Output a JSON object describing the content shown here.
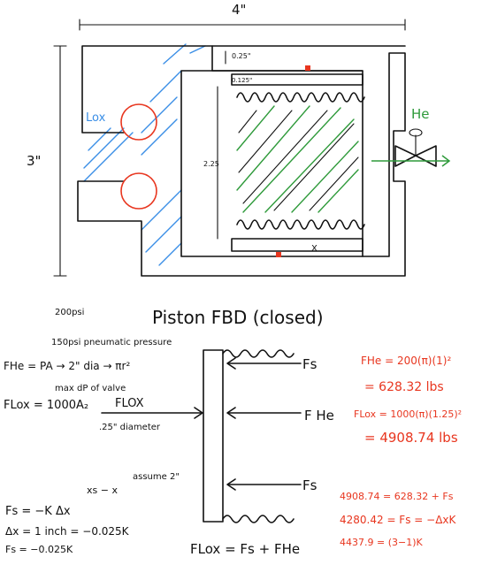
{
  "top_diagram": {
    "width_label": "4\"",
    "height_label": "3\"",
    "lox_label": "Lox",
    "he_label": "He",
    "dim_top_gap": "0.25\"",
    "dim_inner_gap": "0.125\"",
    "dim_piston_travel": "2.25",
    "spring_mark": "X"
  },
  "fbd": {
    "title": "Piston FBD (closed)",
    "psi_200": "200psi",
    "psi_150": "150psi pneumatic pressure",
    "fhe_eq": "FHe = PA → 2\" dia → πr²",
    "max_dp": "max dP of valve",
    "flox_eq": "FLox = 1000A₂",
    "flox_arrow_label": "FLOX",
    "diameter_025": ".25\" diameter",
    "fs_top": "Fs",
    "fhe_mid": "F He",
    "fs_bottom": "Fs",
    "assume": "assume 2\"",
    "xs_x": "xs − x",
    "spring_eq": "Fs = −K Δx",
    "dx_eq": "Δx = 1 inch = −0.025K",
    "fs_eq": "Fs = −0.025K",
    "balance_eq": "FLox = Fs + FHe"
  },
  "red_calcs": {
    "line1": "FHe = 200(π)(1)²",
    "line2": "= 628.32 lbs",
    "line3": "FLox = 1000(π)(1.25)²",
    "line4": "= 4908.74 lbs",
    "line5": "4908.74 = 628.32 + Fs",
    "line6": "4280.42 = Fs = −ΔxK",
    "line7": "4437.9 = (3−1)K"
  },
  "colors": {
    "ink": "#111111",
    "red": "#e8361f",
    "blue": "#3a8ee6",
    "green": "#2e9a3a"
  }
}
